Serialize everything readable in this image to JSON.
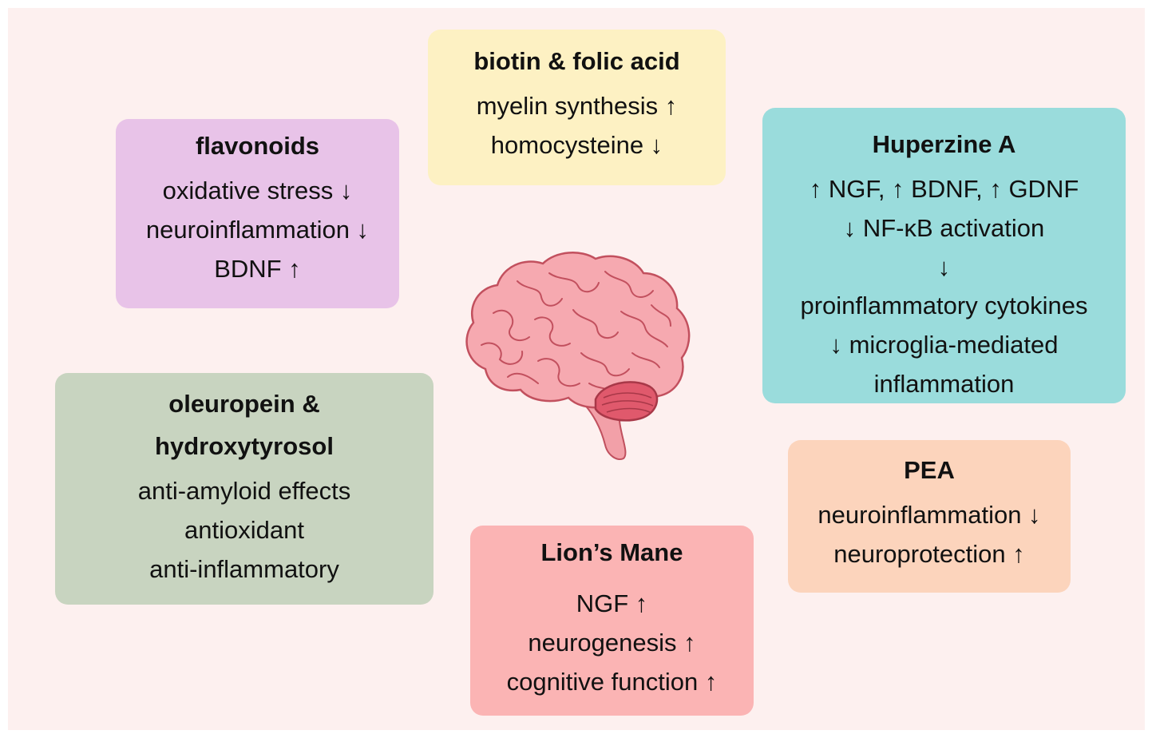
{
  "boxes": {
    "biotin": {
      "title": "biotin & folic acid",
      "items": [
        "myelin synthesis ↑",
        "homocysteine ↓"
      ],
      "color": "#fdf1c3"
    },
    "flavonoids": {
      "title": "flavonoids",
      "items": [
        "oxidative stress ↓",
        "neuroinflammation ↓",
        "BDNF ↑"
      ],
      "color": "#e8c3e8"
    },
    "huperzine": {
      "title": "Huperzine A",
      "items": [
        "↑ NGF, ↑ BDNF, ↑ GDNF",
        "↓ NF-κB activation",
        "↓",
        "proinflammatory cytokines",
        "↓ microglia-mediated",
        "inflammation"
      ],
      "color": "#9adcdc"
    },
    "oleuropein": {
      "title_lines": [
        "oleuropein &",
        "hydroxytyrosol"
      ],
      "items": [
        "anti-amyloid effects",
        "antioxidant",
        "anti-inflammatory"
      ],
      "color": "#c8d4c0"
    },
    "pea": {
      "title": "PEA",
      "items": [
        "neuroinflammation ↓",
        "neuroprotection ↑"
      ],
      "color": "#fcd4bc"
    },
    "lions_mane": {
      "title": "Lion’s Mane",
      "items": [
        "NGF ↑",
        "neurogenesis ↑",
        "cognitive function ↑"
      ],
      "color": "#fbb4b4"
    }
  },
  "background_color": "#fdf0ef",
  "brain_icon": "brain-icon"
}
